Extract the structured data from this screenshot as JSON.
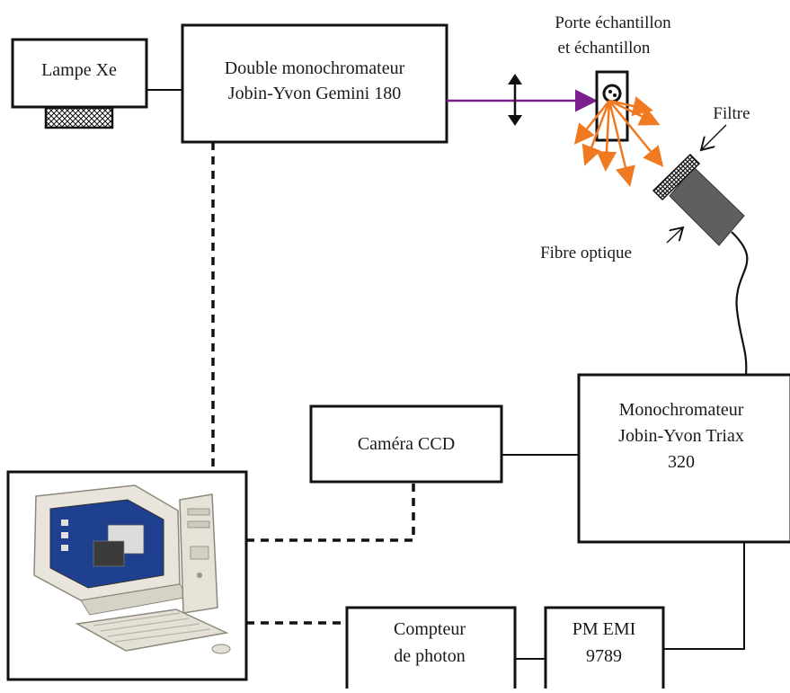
{
  "lamp": {
    "label": "Lampe Xe"
  },
  "double_monochromator": {
    "line1": "Double monochromateur",
    "line2": "Jobin-Yvon Gemini 180"
  },
  "sample_holder": {
    "line1": "Porte échantillon",
    "line2": "et échantillon"
  },
  "filter": {
    "label": "Filtre"
  },
  "optical_fiber": {
    "label": "Fibre optique"
  },
  "monochromator": {
    "line1": "Monochromateur",
    "line2": "Jobin-Yvon Triax",
    "line3": "320"
  },
  "ccd_camera": {
    "label": "Caméra CCD"
  },
  "photon_counter": {
    "line1": "Compteur",
    "line2": "de photon"
  },
  "photomultiplier": {
    "line1": "PM EMI",
    "line2": "9789"
  },
  "colors": {
    "excitation_beam": "#7a1f8c",
    "emission_rays": "#f07a22",
    "fiber_body": "#5f5f5f",
    "outline": "#111111"
  }
}
